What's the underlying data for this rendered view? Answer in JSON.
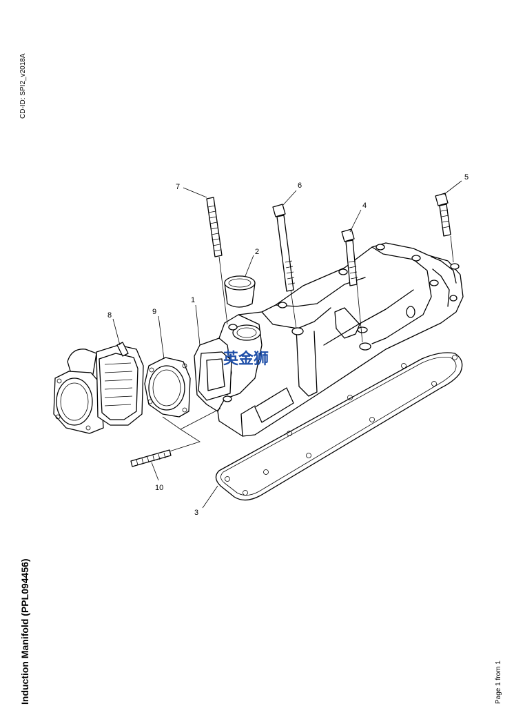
{
  "document": {
    "cd_id": "CD-ID: SPI2_v2018A",
    "title": "Induction Manifold (PPL094456)",
    "page": "Page 1 from 1"
  },
  "watermark": {
    "text": "英金狮",
    "color": "#1f4fa8"
  },
  "callouts": [
    "1",
    "2",
    "3",
    "4",
    "5",
    "6",
    "7",
    "8",
    "9",
    "10"
  ]
}
